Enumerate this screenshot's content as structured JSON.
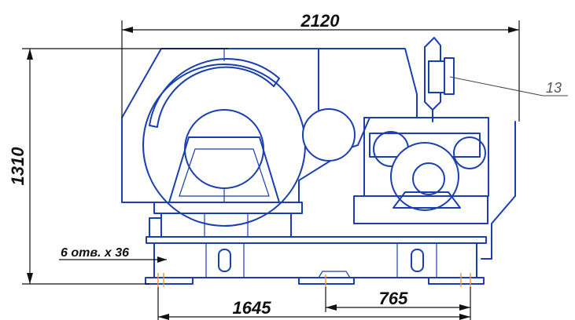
{
  "dimensions": {
    "overall_width": "2120",
    "overall_height": "1310",
    "mount_span": "1645",
    "secondary_span": "765",
    "holes_note": "6 отв. х 36"
  },
  "callouts": {
    "item_13": "13"
  },
  "colors": {
    "machine_line": "#1a3fb0",
    "dimension_line": "#111111",
    "marker": "#e59a2f"
  }
}
